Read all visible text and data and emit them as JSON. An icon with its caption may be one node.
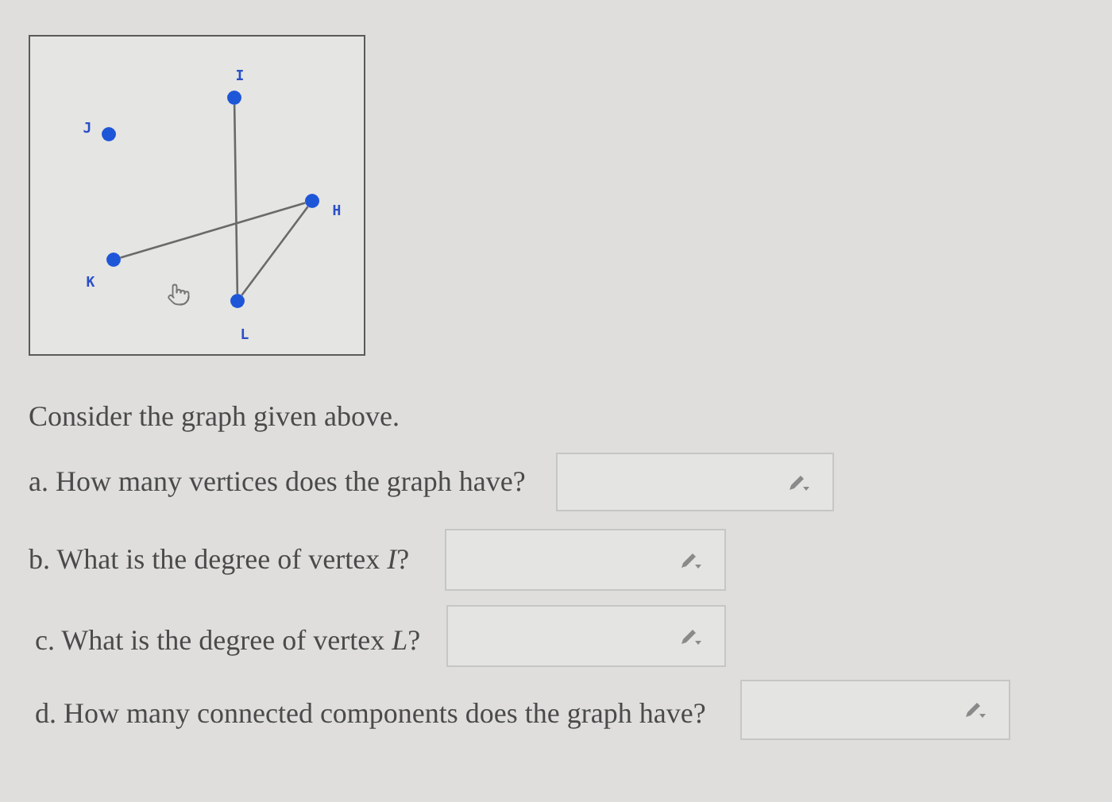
{
  "diagram": {
    "nodes": [
      {
        "text": [],
        "shape": "box"
      },
      {
        "text": [],
        "shape": "circle",
        "beside": [
          "I"
        ],
        "in": 0
      },
      {
        "text": [],
        "shape": "circle",
        "beside": [
          "J"
        ],
        "in": 0
      },
      {
        "text": [],
        "shape": "circle",
        "beside": [
          "H"
        ],
        "in": 0
      },
      {
        "text": [],
        "shape": "circle",
        "beside": [
          "K"
        ],
        "in": 0
      },
      {
        "text": [],
        "shape": "circle",
        "beside": [
          "L"
        ],
        "in": 0
      }
    ],
    "edges": [
      {
        "from": 1,
        "to": 5,
        "arrow": "none"
      },
      {
        "from": 4,
        "to": 3,
        "arrow": "none"
      },
      {
        "from": 3,
        "to": 5,
        "arrow": "none"
      }
    ],
    "labels": [
      "Consider the graph given above.",
      "a. How many vertices does the graph have?",
      "b. What is the degree of vertex *I*?",
      "c. What is the degree of vertex *L*?",
      "d. How many connected components does the graph have?"
    ]
  }
}
